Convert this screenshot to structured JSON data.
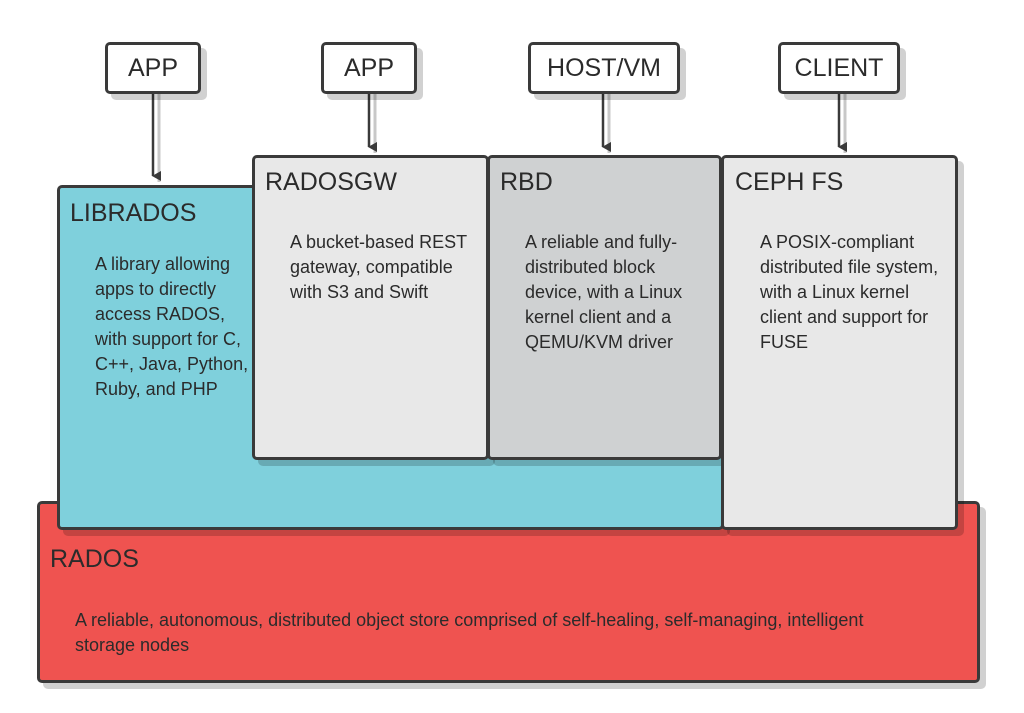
{
  "clients": [
    {
      "label": "APP"
    },
    {
      "label": "APP"
    },
    {
      "label": "HOST/VM"
    },
    {
      "label": "CLIENT"
    }
  ],
  "librados": {
    "title": "LIBRADOS",
    "description": "A library allowing apps to directly access RADOS, with support for C, C++, Java, Python, Ruby, and PHP",
    "color": "#7fd0dc"
  },
  "radosgw": {
    "title": "RADOSGW",
    "description": "A bucket-based REST gateway, compatible with S3 and Swift",
    "color": "#e8e8e8"
  },
  "rbd": {
    "title": "RBD",
    "description": "A reliable and fully-distributed block device, with a Linux kernel client and a QEMU/KVM driver",
    "color": "#cfd1d2"
  },
  "cephfs": {
    "title": "CEPH FS",
    "description": "A POSIX-compliant distributed file system, with a Linux kernel client and support for FUSE",
    "color": "#e8e8e8"
  },
  "rados": {
    "title": "RADOS",
    "description": "A reliable, autonomous, distributed object store comprised of self-healing, self-managing, intelligent storage nodes",
    "color": "#ef5350"
  }
}
